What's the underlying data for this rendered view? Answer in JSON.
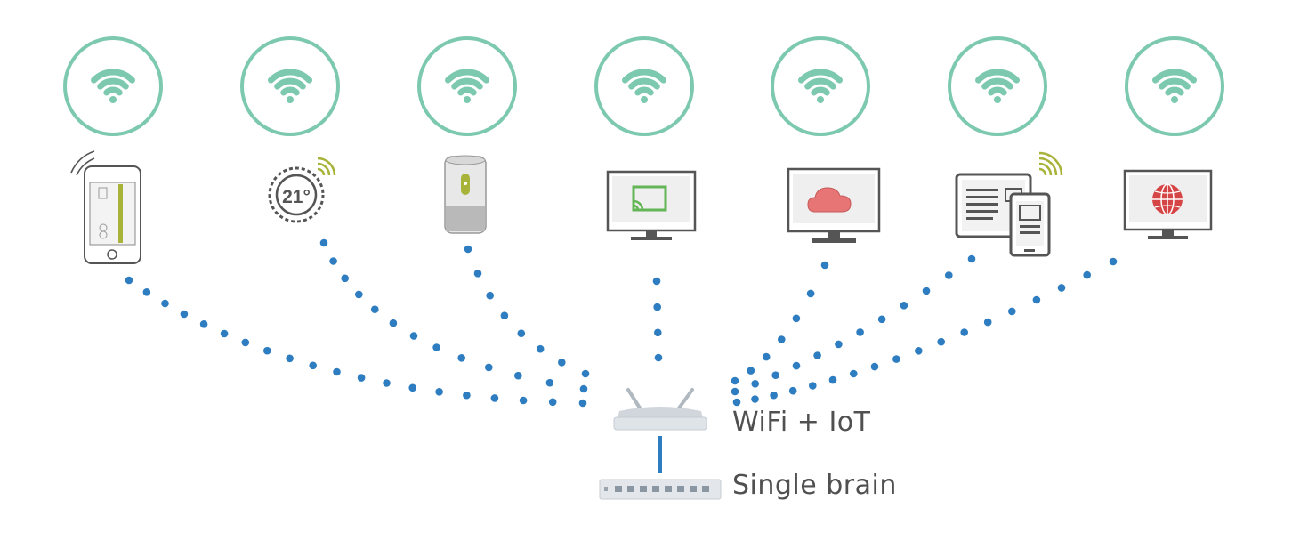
{
  "colors": {
    "wifi_badge": "#7dc9b0",
    "dots": "#2e7dc0",
    "cable": "#2e7dc0",
    "accent_green": "#a8b33a",
    "cloud": "#e87575",
    "globe": "#d64545",
    "cast": "#63b556",
    "outline": "#555555"
  },
  "devices": [
    {
      "id": "smartphone",
      "icon": "smartphone-icon"
    },
    {
      "id": "thermostat",
      "icon": "thermostat-icon",
      "display": "21°"
    },
    {
      "id": "smart-speaker",
      "icon": "smart-speaker-icon"
    },
    {
      "id": "cast-tv",
      "icon": "cast-monitor-icon"
    },
    {
      "id": "cloud-monitor",
      "icon": "cloud-monitor-icon"
    },
    {
      "id": "tablet-phone",
      "icon": "tablet-phone-icon"
    },
    {
      "id": "globe-monitor",
      "icon": "globe-monitor-icon"
    }
  ],
  "hub": {
    "access_point_label": "WiFi + IoT",
    "switch_label": "Single brain"
  }
}
